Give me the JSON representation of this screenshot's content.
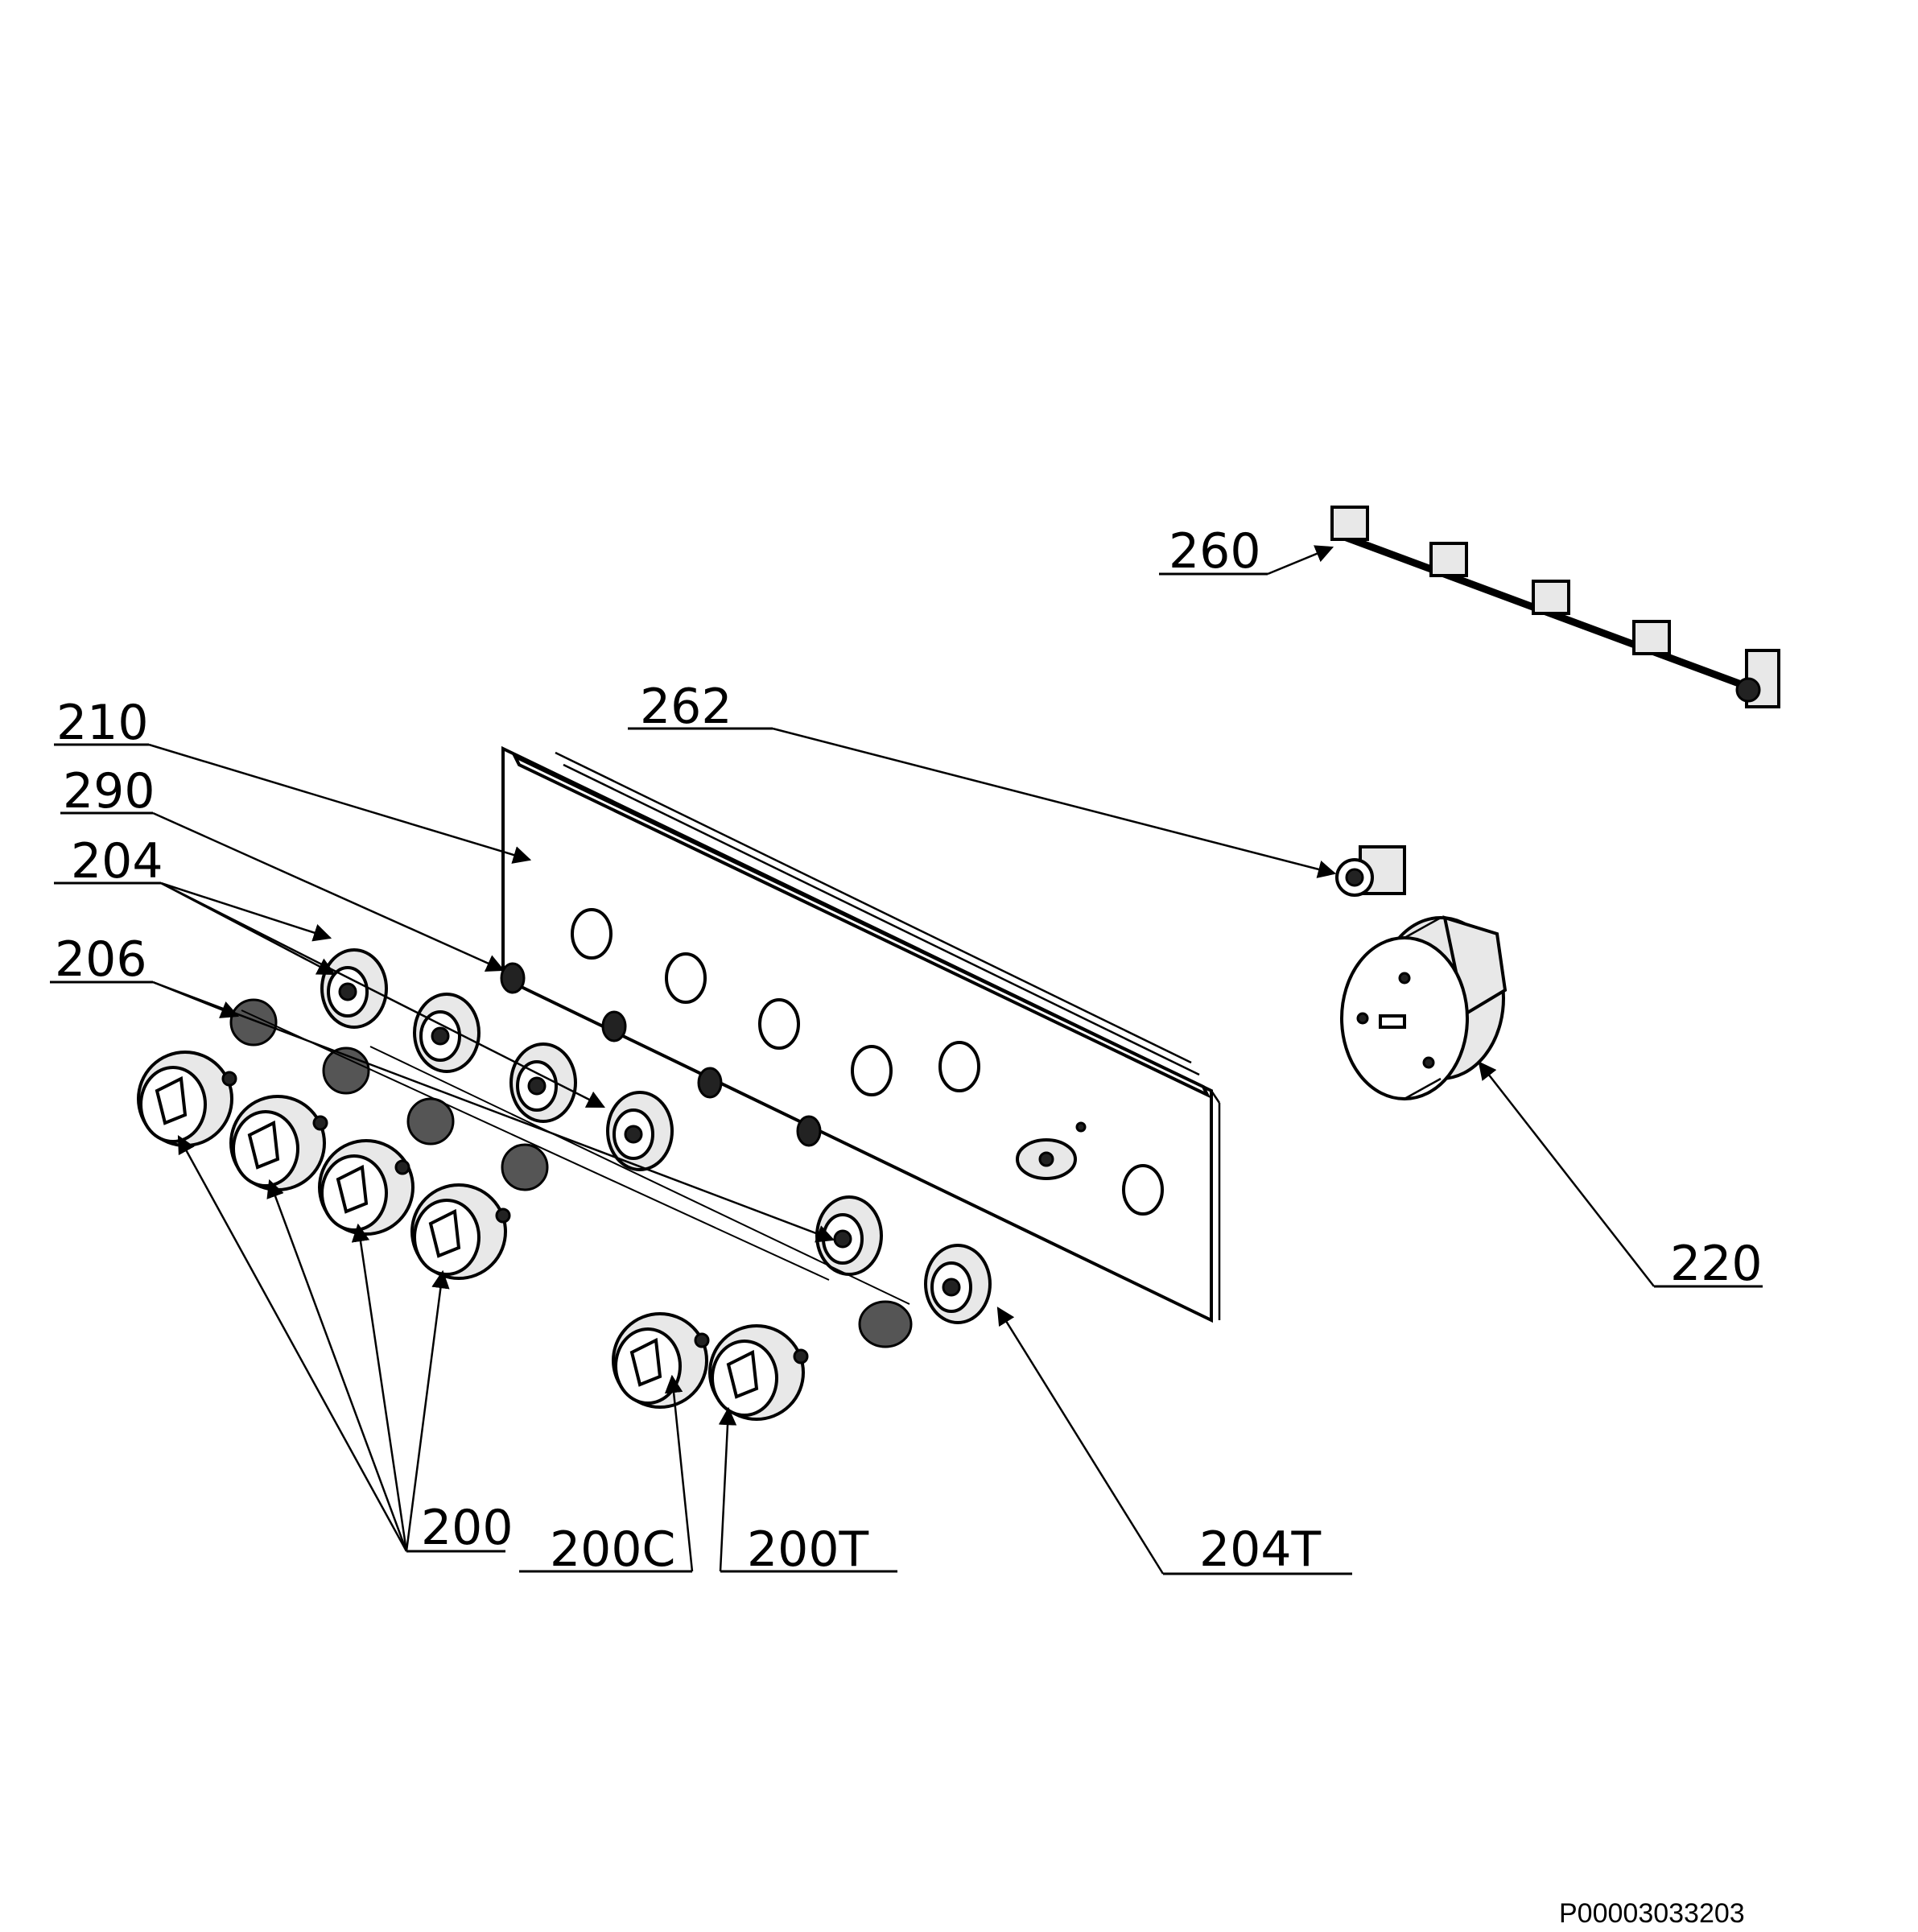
{
  "callouts": {
    "c210": "210",
    "c290": "290",
    "c204": "204",
    "c206": "206",
    "c262": "262",
    "c260": "260",
    "c220": "220",
    "c200": "200",
    "c200c": "200C",
    "c200t": "200T",
    "c204t": "204T"
  },
  "drawing_code": "P00003033203"
}
